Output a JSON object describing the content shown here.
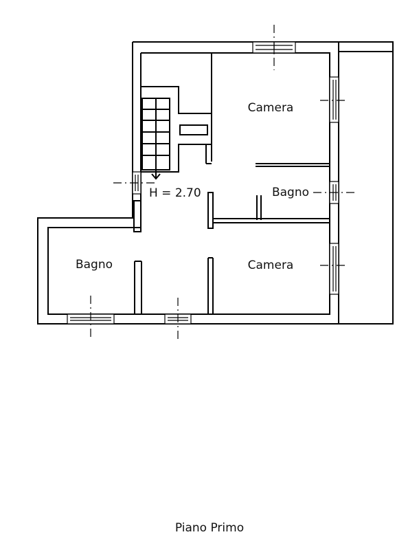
{
  "plan": {
    "rooms": [
      {
        "label": "Camera"
      },
      {
        "label": "Bagno"
      },
      {
        "label": "Bagno"
      },
      {
        "label": "Camera"
      }
    ],
    "height_note": "H = 2.70",
    "caption": "Piano Primo"
  }
}
